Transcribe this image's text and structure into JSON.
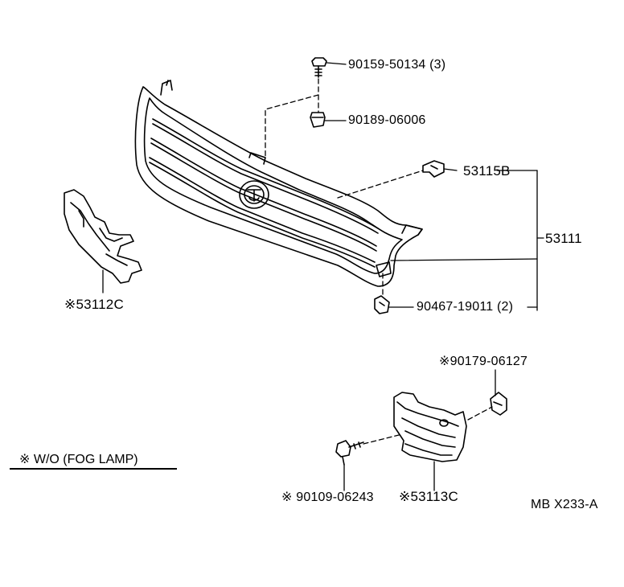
{
  "diagram": {
    "parts": {
      "bolt_top": "90159-50134 (3)",
      "nut_top": "90189-06006",
      "bracket_right": "53115B",
      "grille_assembly": "53111",
      "clip_bottom": "90467-19011 (2)",
      "bracket_left": "※53112C",
      "clip_right_lower": "※90179-06127",
      "screw_lower": "※  90109-06243",
      "cover_lower": "※53113C"
    },
    "note": "※ W/O (FOG LAMP)",
    "code": "MB X233-A",
    "colors": {
      "ink": "#000000",
      "background": "#ffffff"
    }
  }
}
